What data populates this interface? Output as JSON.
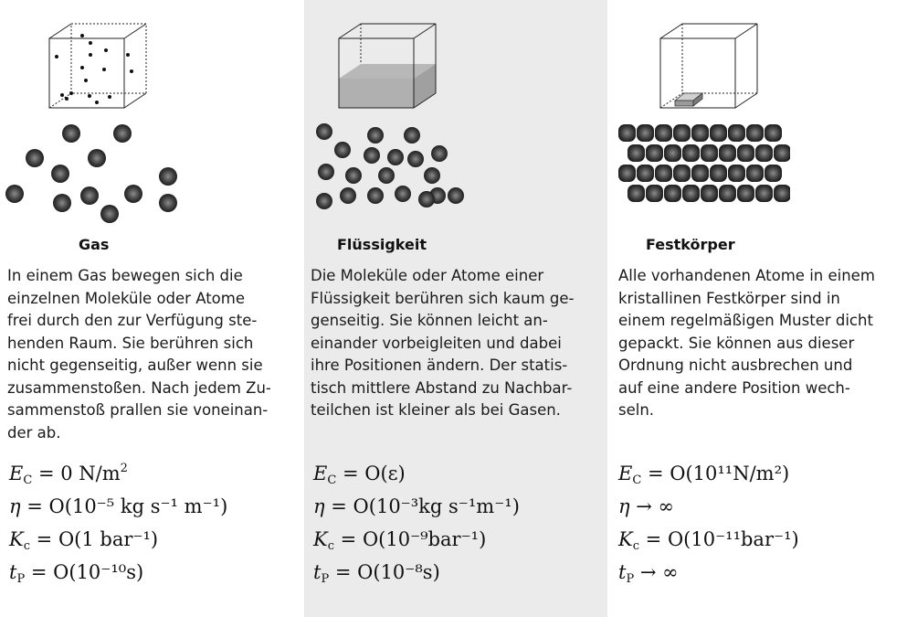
{
  "columns": [
    {
      "key": "gas",
      "heading": "Gas",
      "text_lines": [
        "In einem Gas bewegen sich die",
        "einzelnen Moleküle oder Atome",
        "frei durch den zur Verfügung ste-",
        "henden Raum. Sie berühren sich",
        "nicht gegenseitig, außer wenn sie",
        "zusammenstoßen. Nach jedem Zu-",
        "sammenstoß prallen sie voneinan-",
        "der ab."
      ],
      "formulas": [
        {
          "symbol": "E",
          "sub": "C",
          "rhs": "0 N/m",
          "rhs_sup": "2"
        },
        {
          "symbol": "η",
          "rhs": "O(10⁻⁵ kg s⁻¹ m⁻¹)"
        },
        {
          "symbol": "K",
          "sub": "c",
          "rhs": "O(1 bar⁻¹)"
        },
        {
          "symbol": "t",
          "sub": "P",
          "rhs": "O(10⁻¹⁰s)"
        }
      ]
    },
    {
      "key": "liquid",
      "heading": "Flüssigkeit",
      "text_lines": [
        "Die Moleküle oder Atome einer",
        "Flüssigkeit berühren sich kaum ge-",
        "genseitig. Sie können leicht an-",
        "einander vorbeigleiten und dabei",
        "ihre Positionen ändern. Der statis-",
        "tisch mittlere Abstand zu Nachbar-",
        "teilchen ist kleiner als bei Gasen."
      ],
      "formulas": [
        {
          "symbol": "E",
          "sub": "C",
          "rhs": "O(ε)"
        },
        {
          "symbol": "η",
          "rhs": "O(10⁻³kg s⁻¹m⁻¹)"
        },
        {
          "symbol": "K",
          "sub": "c",
          "rhs": "O(10⁻⁹bar⁻¹)"
        },
        {
          "symbol": "t",
          "sub": "P",
          "rhs": "O(10⁻⁸s)"
        }
      ]
    },
    {
      "key": "solid",
      "heading": "Festkörper",
      "text_lines": [
        "Alle vorhandenen Atome in einem",
        "kristallinen Festkörper sind in",
        "einem regelmäßigen Muster dicht",
        "gepackt. Sie können aus dieser",
        "Ordnung nicht ausbrechen und",
        "auf eine andere Position wech-",
        "seln."
      ],
      "formulas": [
        {
          "symbol": "E",
          "sub": "C",
          "rhs": "O(10¹¹N/m²)"
        },
        {
          "symbol": "η",
          "rhs": "→ ∞"
        },
        {
          "symbol": "K",
          "sub": "c",
          "rhs": "O(10⁻¹¹bar⁻¹)"
        },
        {
          "symbol": "t",
          "sub": "P",
          "rhs": "→ ∞"
        }
      ]
    }
  ],
  "colors": {
    "background": "#ffffff",
    "liquid_panel": "#ebebeb",
    "text": "#1a1a1a",
    "molecule_dark": "#1e1e1e",
    "molecule_light": "#8c8c8c"
  }
}
